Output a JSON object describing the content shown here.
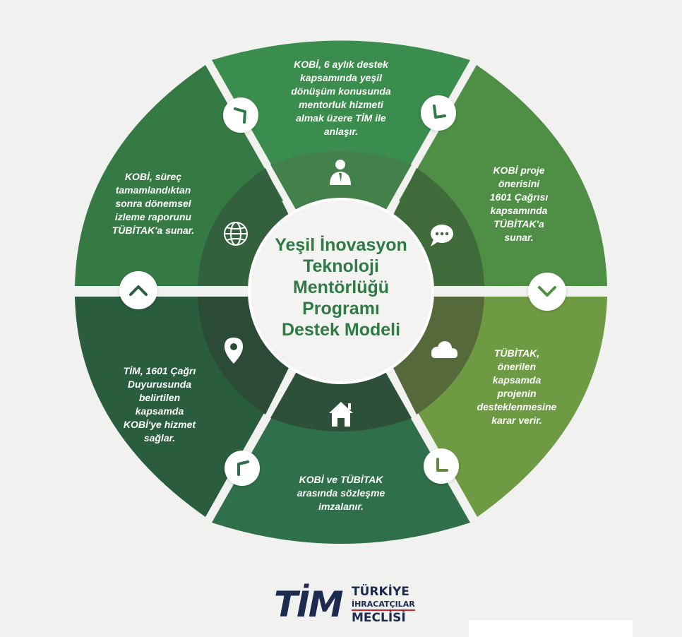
{
  "diagram": {
    "center_title": "Yeşil İnovasyon\nTeknoloji\nMentörlüğü\nProgramı\nDestek Modeli",
    "segments": [
      {
        "id": "top",
        "text": "KOBİ, 6 aylık destek\nkapsamında yeşil\ndönüşüm konusunda\nmentorluk hizmeti\nalmak üzere TİM ile\nanlaşır.",
        "icon": "person-icon",
        "color": "#3a8d4c"
      },
      {
        "id": "upper-right",
        "text": "KOBİ proje\nönerisini\n1601 Çağrısı\nkapsamında\nTÜBİTAK'a\nsunar.",
        "icon": "chat-icon",
        "color": "#4f8f45"
      },
      {
        "id": "lower-right",
        "text": "TÜBİTAK,\nönerilen\nkapsamda\nprojenin\ndesteklenmesine\nkarar verir.",
        "icon": "cloud-icon",
        "color": "#6e9a43"
      },
      {
        "id": "bottom",
        "text": "KOBİ ve TÜBİTAK\narasında sözleşme\nimzalanır.",
        "icon": "home-icon",
        "color": "#2f6f4a"
      },
      {
        "id": "lower-left",
        "text": "TİM, 1601 Çağrı\nDuyurusunda\nbelirtilen\nkapsamda\nKOBİ'ye hizmet\nsağlar.",
        "icon": "location-pin-icon",
        "color": "#2a5c3e"
      },
      {
        "id": "upper-left",
        "text": "KOBİ, süreç\ntamamlandıktan\nsonra dönemsel\nizleme raporunu\nTÜBİTAK'a sunar.",
        "icon": "globe-icon",
        "color": "#357a44"
      }
    ]
  },
  "logo": {
    "mark": "TİM",
    "line1": "TÜRKİYE",
    "line2": "İHRACATÇILAR",
    "line3": "MECLİSİ",
    "colors": {
      "navy": "#1c2b4f",
      "accent": "#c9242b"
    }
  }
}
